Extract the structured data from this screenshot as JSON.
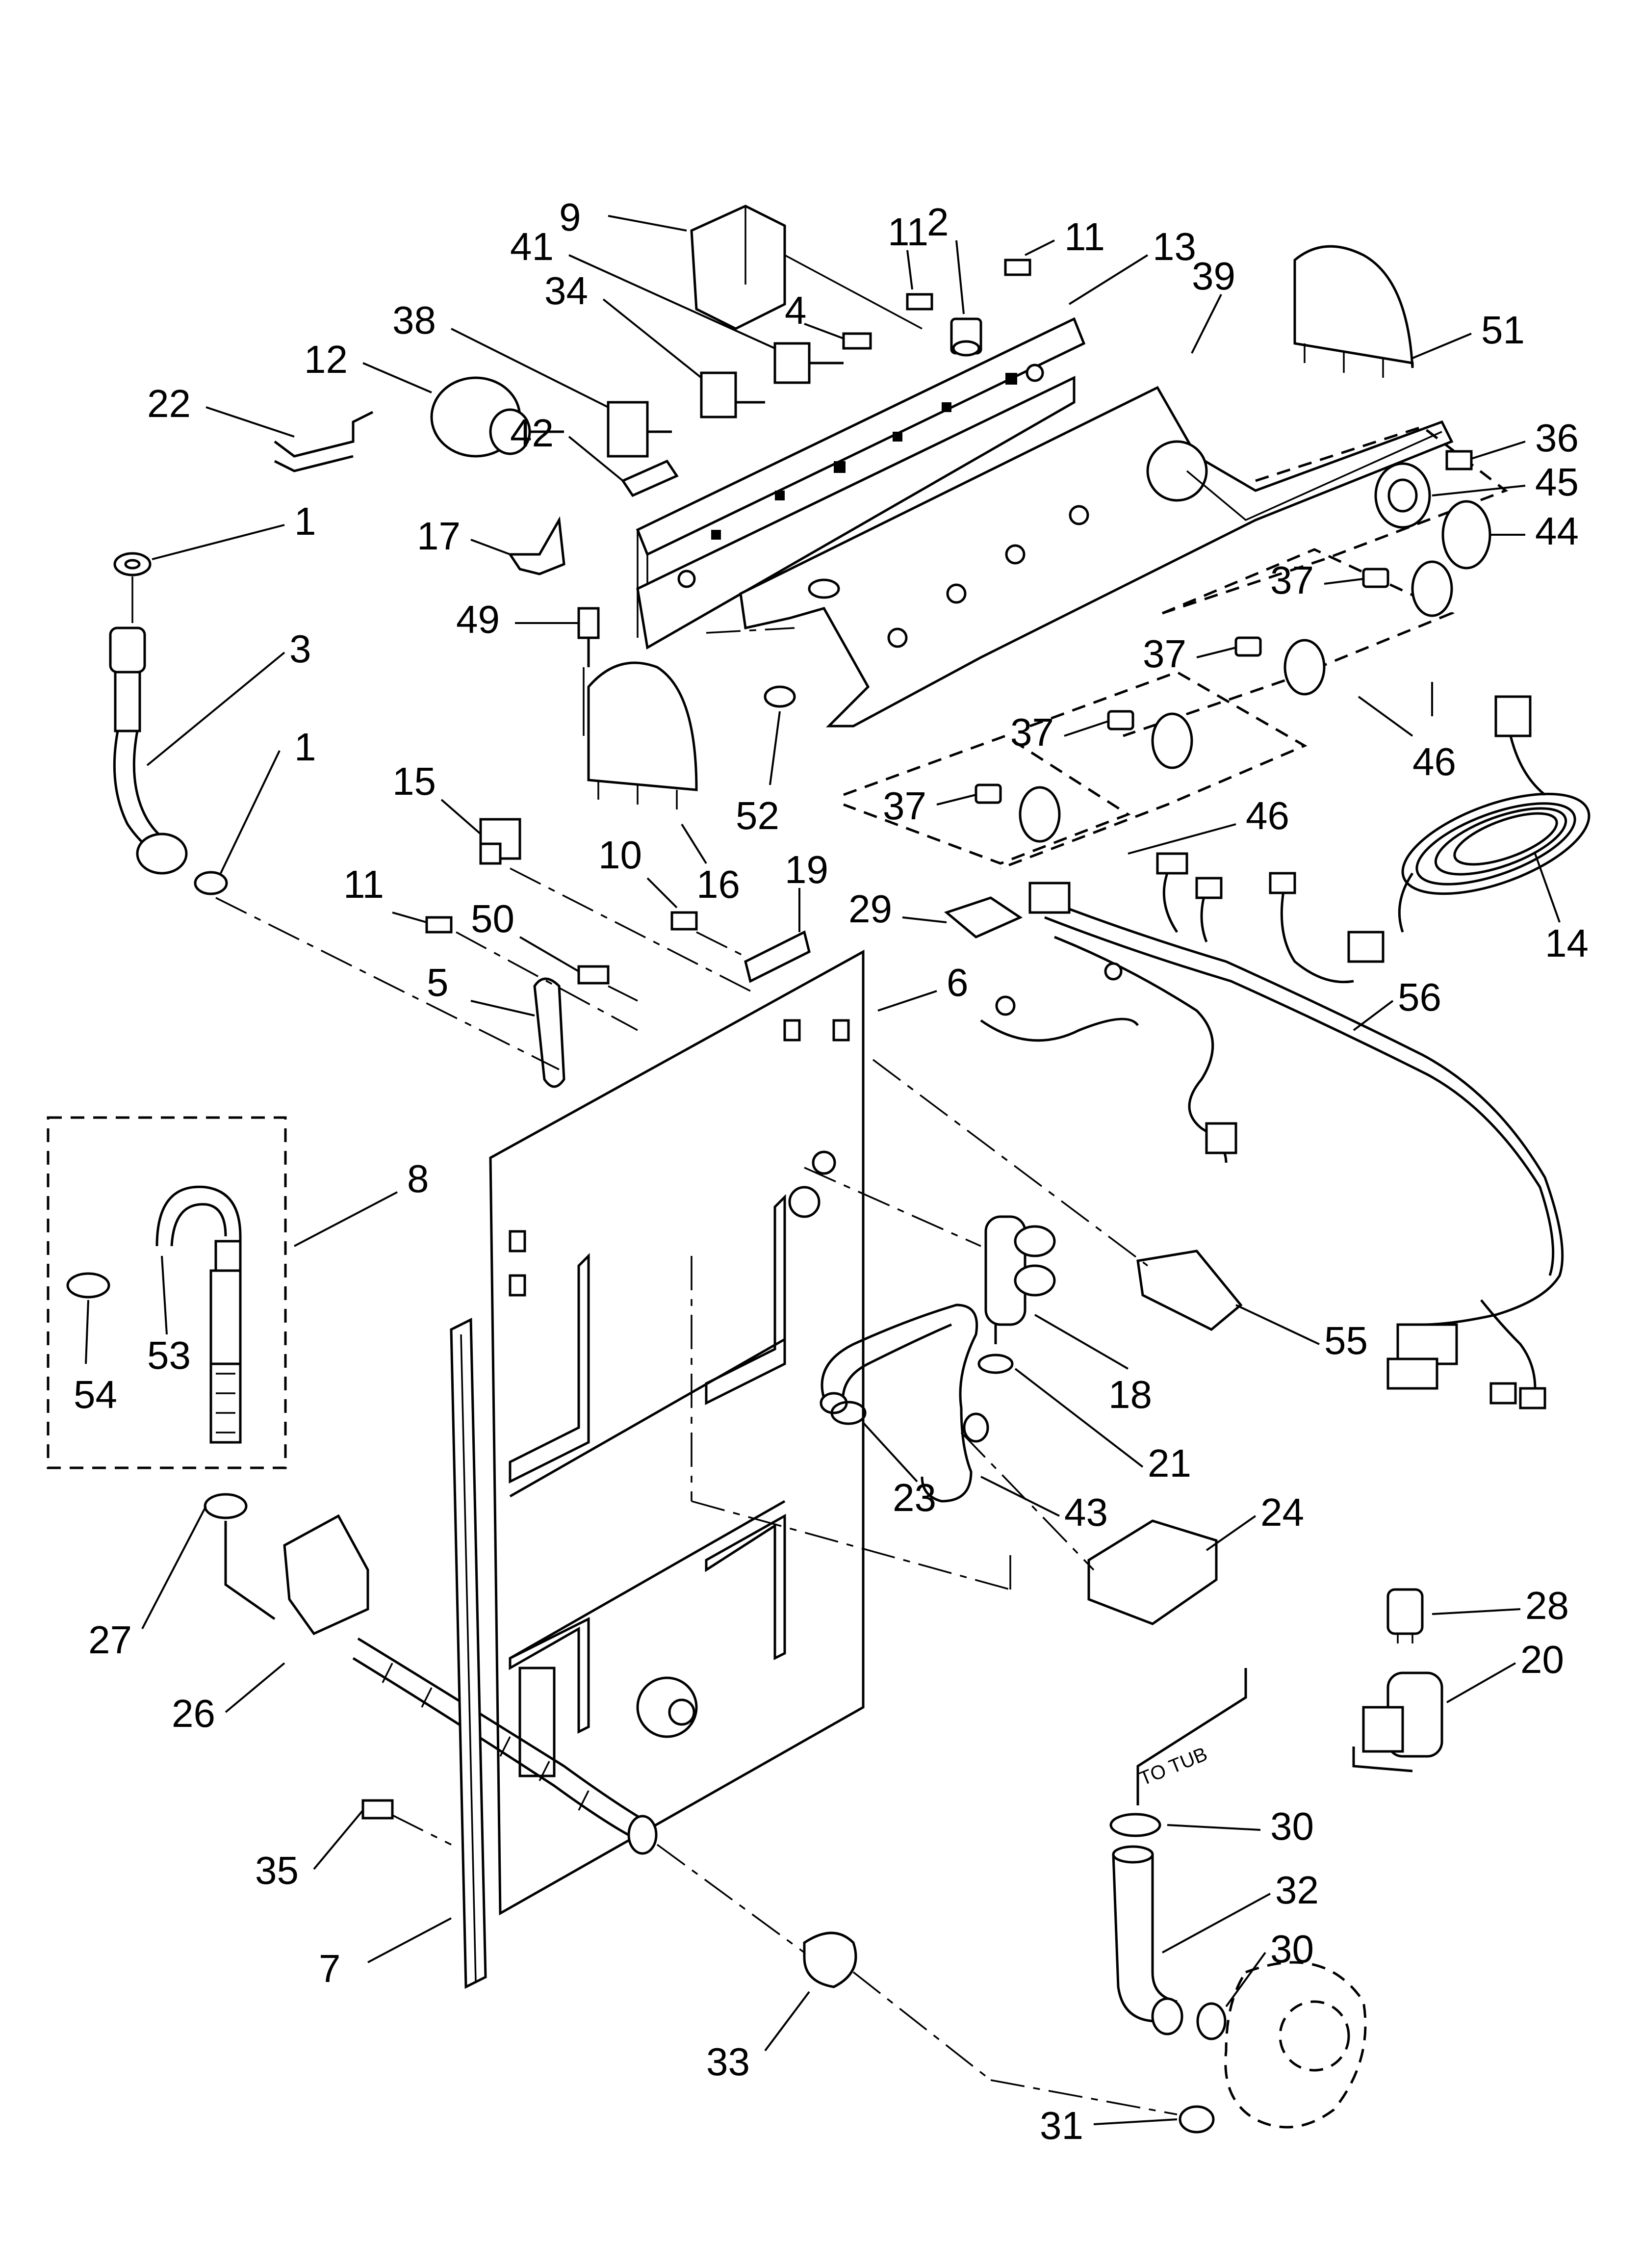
{
  "callouts": [
    {
      "n": "9"
    },
    {
      "n": "11"
    },
    {
      "n": "2"
    },
    {
      "n": "11"
    },
    {
      "n": "13"
    },
    {
      "n": "41"
    },
    {
      "n": "39"
    },
    {
      "n": "51"
    },
    {
      "n": "34"
    },
    {
      "n": "4"
    },
    {
      "n": "38"
    },
    {
      "n": "12"
    },
    {
      "n": "22"
    },
    {
      "n": "42"
    },
    {
      "n": "36"
    },
    {
      "n": "45"
    },
    {
      "n": "44"
    },
    {
      "n": "1"
    },
    {
      "n": "17"
    },
    {
      "n": "37"
    },
    {
      "n": "3"
    },
    {
      "n": "49"
    },
    {
      "n": "37"
    },
    {
      "n": "1"
    },
    {
      "n": "37"
    },
    {
      "n": "46"
    },
    {
      "n": "52"
    },
    {
      "n": "15"
    },
    {
      "n": "16"
    },
    {
      "n": "37"
    },
    {
      "n": "46"
    },
    {
      "n": "10"
    },
    {
      "n": "19"
    },
    {
      "n": "11"
    },
    {
      "n": "29"
    },
    {
      "n": "14"
    },
    {
      "n": "50"
    },
    {
      "n": "5"
    },
    {
      "n": "6"
    },
    {
      "n": "56"
    },
    {
      "n": "8"
    },
    {
      "n": "53"
    },
    {
      "n": "54"
    },
    {
      "n": "55"
    },
    {
      "n": "18"
    },
    {
      "n": "21"
    },
    {
      "n": "23"
    },
    {
      "n": "43"
    },
    {
      "n": "27"
    },
    {
      "n": "24"
    },
    {
      "n": "28"
    },
    {
      "n": "26"
    },
    {
      "n": "20"
    },
    {
      "n": "30"
    },
    {
      "n": "35"
    },
    {
      "n": "32"
    },
    {
      "n": "30"
    },
    {
      "n": "7"
    },
    {
      "n": "33"
    },
    {
      "n": "31"
    }
  ],
  "notes": {
    "to_tub": "TO TUB"
  }
}
